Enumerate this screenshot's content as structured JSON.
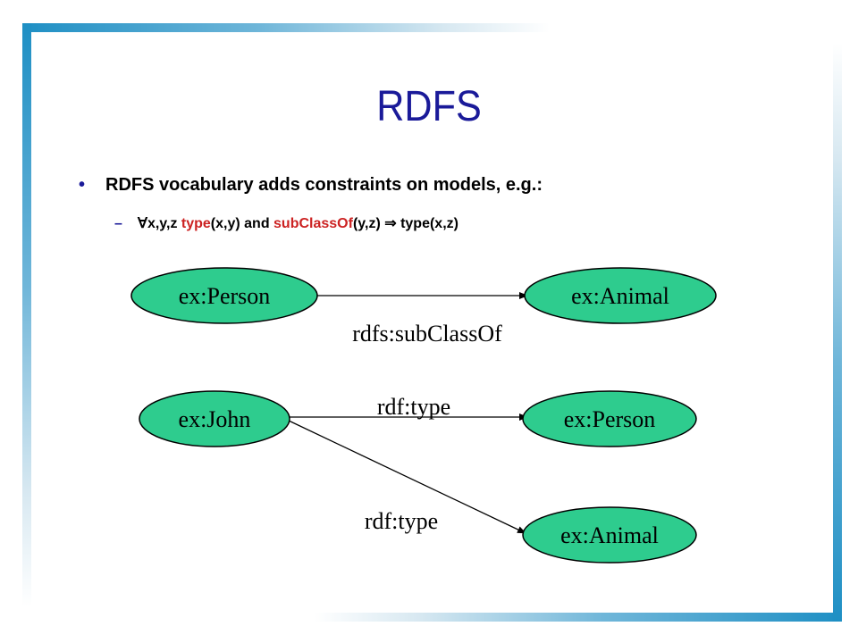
{
  "slide": {
    "title": "RDFS",
    "bullet": {
      "marker": "•",
      "text": "RDFS vocabulary adds constraints on models, e.g.:"
    },
    "subbullet": {
      "marker": "–",
      "parts": [
        "∀x,y,z ",
        "type",
        "(x,y) and ",
        "subClassOf",
        "(y,z) ",
        "⇒",
        " type(x,z)"
      ]
    }
  },
  "diagram": {
    "node_color": "#2ecc8e",
    "nodes": [
      {
        "id": "person1",
        "label": "ex:Person"
      },
      {
        "id": "animal1",
        "label": "ex:Animal"
      },
      {
        "id": "john",
        "label": "ex:John"
      },
      {
        "id": "person2",
        "label": "ex:Person"
      },
      {
        "id": "animal2",
        "label": "ex:Animal"
      }
    ],
    "edges": [
      {
        "from": "person1",
        "to": "animal1",
        "label": "rdfs:subClassOf"
      },
      {
        "from": "john",
        "to": "person2",
        "label": "rdf:type"
      },
      {
        "from": "john",
        "to": "animal2",
        "label": "rdf:type"
      }
    ]
  }
}
